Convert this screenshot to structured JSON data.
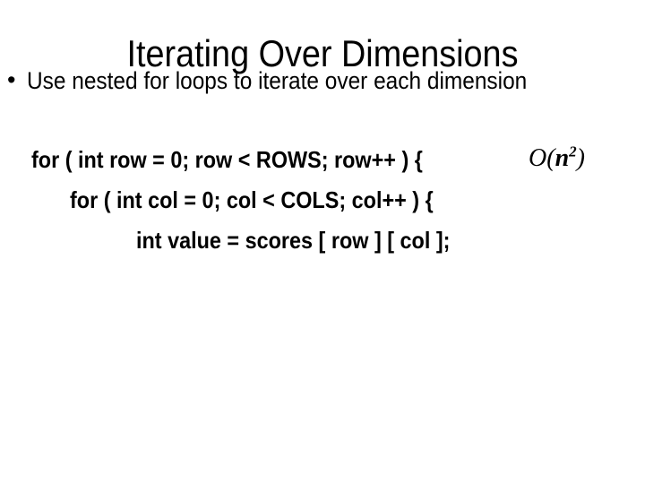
{
  "slide": {
    "background_color": "#ffffff",
    "text_color": "#000000",
    "title": "Iterating Over Dimensions"
  },
  "bullets": [
    {
      "marker": "•",
      "text": "Use nested for loops to iterate over each dimension"
    }
  ],
  "code": {
    "lines": [
      "for ( int row = 0; row < ROWS; row++ ) {",
      "for ( int col = 0; col < COLS; col++ ) {",
      "int value = scores [ row ] [ col ];"
    ]
  },
  "complexity": {
    "big_o": "O",
    "open_paren": "(",
    "variable": "n",
    "exponent": "2",
    "close_paren": ")",
    "full": "O(n2)"
  }
}
